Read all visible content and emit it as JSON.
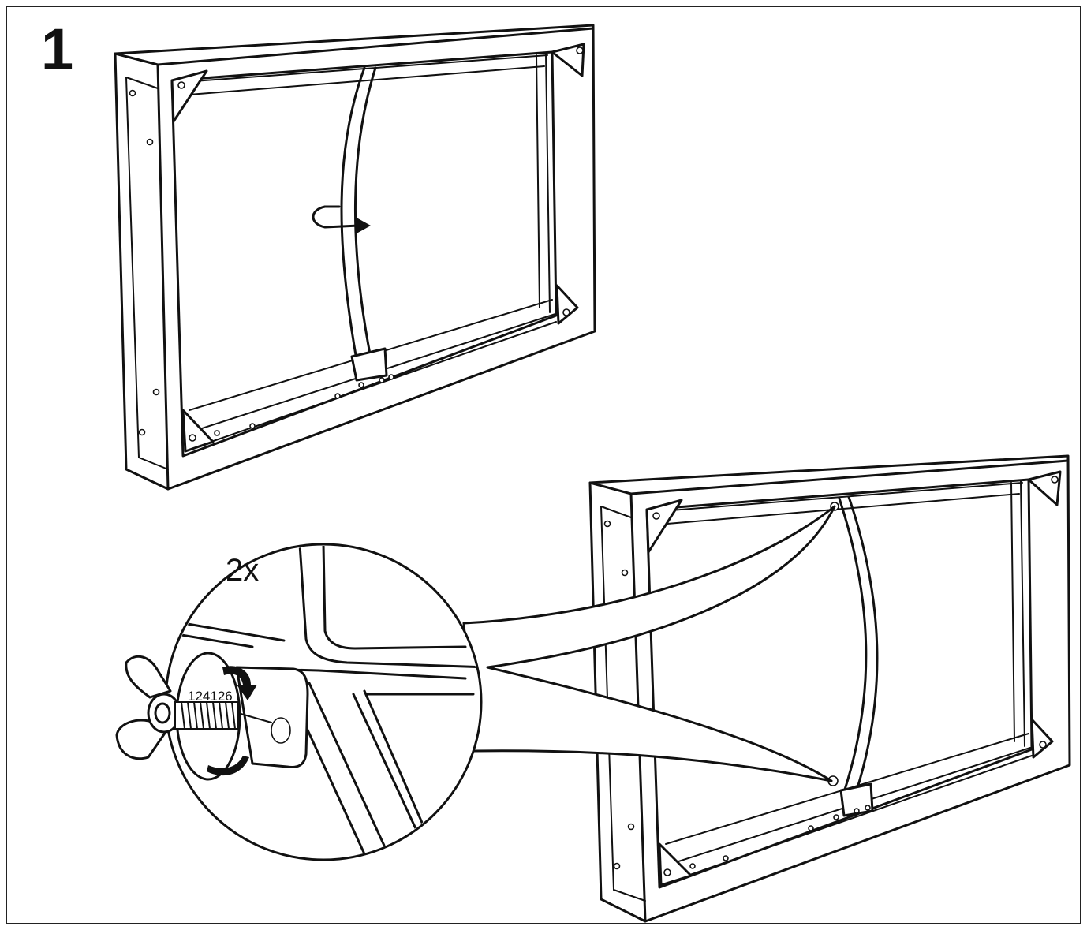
{
  "step": {
    "number": "1"
  },
  "detail": {
    "quantity": "2x",
    "part_number": "124126"
  },
  "icons": {
    "rotate": "rotate-arrow-icon",
    "tighten": "tighten-arrow-icon"
  },
  "colors": {
    "ink": "#111111",
    "paper": "#ffffff"
  }
}
